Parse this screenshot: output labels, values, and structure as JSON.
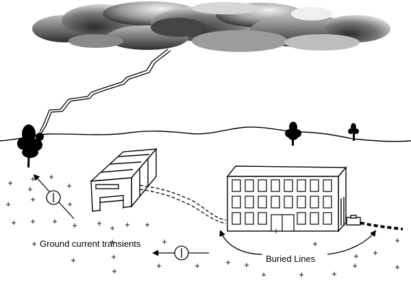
{
  "labels": {
    "ground_current": "Ground current transients",
    "buried_lines": "Buried Lines",
    "current_symbol": "I"
  },
  "icons": {
    "cloud": "storm-cloud",
    "lightning": "lightning-bolt",
    "trees": "tree",
    "warehouse": "warehouse-building",
    "office": "office-building",
    "charges": "plus-sign"
  },
  "colors": {
    "ink": "#000000",
    "cloud_dark": "#3a3a3a",
    "cloud_light": "#e4e4e4",
    "background": "#ffffff"
  }
}
